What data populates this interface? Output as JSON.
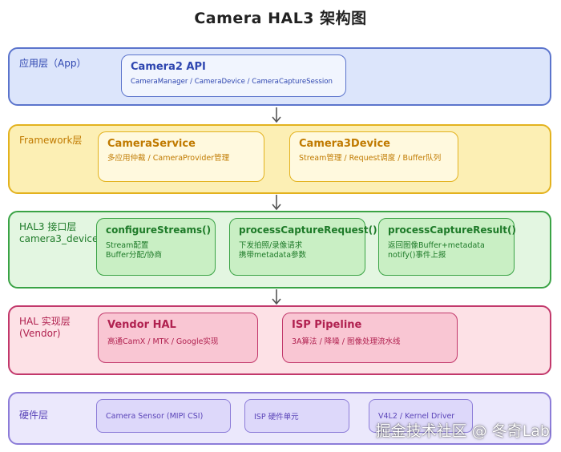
{
  "title": "Camera HAL3 架构图",
  "colors": {
    "app_border": "#5b74cc",
    "app_fill": "#dce5fb",
    "app_text": "#2e46b0",
    "fw_border": "#e3b21e",
    "fw_fill": "#fcefb4",
    "fw_text": "#c07a00",
    "hal3_border": "#3aa345",
    "hal3_fill": "#e3f6e1",
    "hal3_text": "#1d7a28",
    "impl_border": "#c2386b",
    "impl_fill": "#fde1e6",
    "impl_text": "#b0204f",
    "hw_border": "#8c7cd8",
    "hw_fill": "#ebe8fc",
    "hw_text": "#5a44b8",
    "arrow": "#555555"
  },
  "layers": {
    "app": {
      "label": "应用层（App）",
      "boxes": [
        {
          "title": "Camera2 API",
          "sub": "CameraManager / CameraDevice / CameraCaptureSession"
        }
      ]
    },
    "framework": {
      "label": "Framework层",
      "boxes": [
        {
          "title": "CameraService",
          "sub": "多应用仲裁 / CameraProvider管理"
        },
        {
          "title": "Camera3Device",
          "sub": "Stream管理 / Request调度 / Buffer队列"
        }
      ]
    },
    "hal3": {
      "label_line1": "HAL3 接口层",
      "label_line2": "camera3_device_",
      "boxes": [
        {
          "title": "configureStreams()",
          "sub1": "Stream配置",
          "sub2": "Buffer分配/协商"
        },
        {
          "title": "processCaptureRequest()",
          "sub1": "下发拍照/录像请求",
          "sub2": "携带metadata参数"
        },
        {
          "title": "processCaptureResult()",
          "sub1": "返回图像Buffer+metadata",
          "sub2": "notify()事件上报"
        }
      ]
    },
    "impl": {
      "label_line1": "HAL 实现层",
      "label_line2": "(Vendor)",
      "boxes": [
        {
          "title": "Vendor HAL",
          "sub": "高通CamX / MTK / Google实现"
        },
        {
          "title": "ISP Pipeline",
          "sub": "3A算法 / 降噪 / 图像处理流水线"
        }
      ]
    },
    "hardware": {
      "label": "硬件层",
      "boxes": [
        {
          "label": "Camera Sensor (MIPI CSI)"
        },
        {
          "label": "ISP 硬件单元"
        },
        {
          "label": "V4L2 / Kernel Driver"
        }
      ]
    }
  },
  "watermark": "掘金技术社区 @ 冬奇Lab"
}
